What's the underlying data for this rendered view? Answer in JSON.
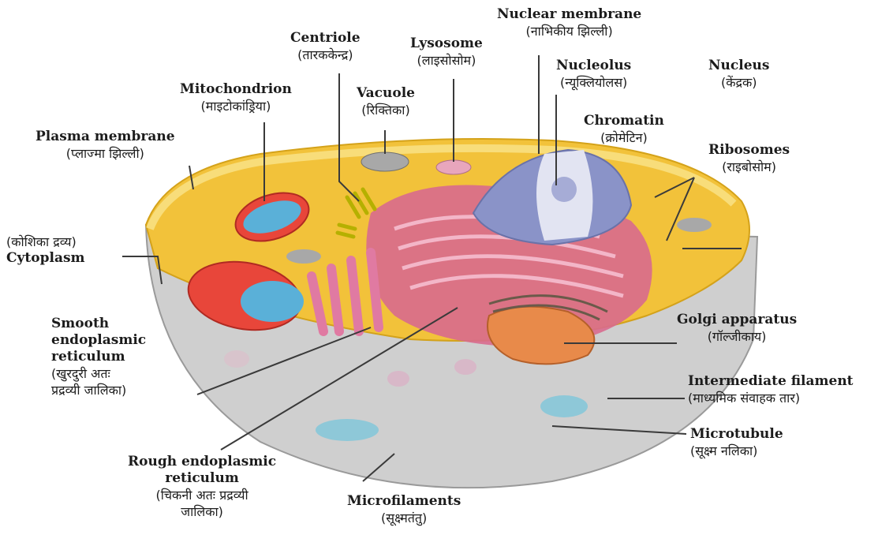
{
  "colors": {
    "cytoplasm": "#f2c23a",
    "cytoplasm_light": "#f8dd7a",
    "bowl": "#cfcfcf",
    "er": "#d86a8e",
    "nucleus": "#8a93c8",
    "mitochondrion": "#e8463a",
    "golgi": "#e88a4a",
    "line": "#3a3a3a"
  },
  "labels": {
    "nuclear_membrane": {
      "en": "Nuclear membrane",
      "hi": "(नाभिकीय झिल्ली)"
    },
    "centriole": {
      "en": "Centriole",
      "hi": "(तारककेन्द्र)"
    },
    "lysosome": {
      "en": "Lysosome",
      "hi": "(लाइसोसोम)"
    },
    "nucleolus": {
      "en": "Nucleolus",
      "hi": "(न्यूक्लियोलस)"
    },
    "nucleus": {
      "en": "Nucleus",
      "hi": "(केंद्रक)"
    },
    "mitochondrion": {
      "en": "Mitochondrion",
      "hi": "(माइटोकांड्रिया)"
    },
    "vacuole": {
      "en": "Vacuole",
      "hi": "(रिक्तिका)"
    },
    "chromatin": {
      "en": "Chromatin",
      "hi": "(क्रोमेटिन)"
    },
    "plasma_membrane": {
      "en": "Plasma membrane",
      "hi": "(प्लाज्मा झिल्ली)"
    },
    "ribosomes": {
      "en": "Ribosomes",
      "hi": "(राइबोसोम)"
    },
    "cytoplasm": {
      "en": "Cytoplasm",
      "hi": "(कोशिका द्रव्य)"
    },
    "smooth_er": {
      "en1": "Smooth",
      "en2": "endoplasmic",
      "en3": "reticulum",
      "hi1": "(खुरदुरी अतः",
      "hi2": "प्रद्रव्यी जालिका)"
    },
    "golgi": {
      "en": "Golgi apparatus",
      "hi": "(गॉल्जीकाय)"
    },
    "intermediate_filament": {
      "en": "Intermediate filament",
      "hi": "(माध्यमिक संवाहक तार)"
    },
    "microtubule": {
      "en": "Microtubule",
      "hi": "(सूक्ष्म नलिका)"
    },
    "rough_er": {
      "en1": "Rough endoplasmic",
      "en2": "reticulum",
      "hi1": "(चिकनी अतः प्रद्रव्यी",
      "hi2": "जालिका)"
    },
    "microfilaments": {
      "en": "Microfilaments",
      "hi": "(सूक्ष्मतंतु)"
    }
  }
}
